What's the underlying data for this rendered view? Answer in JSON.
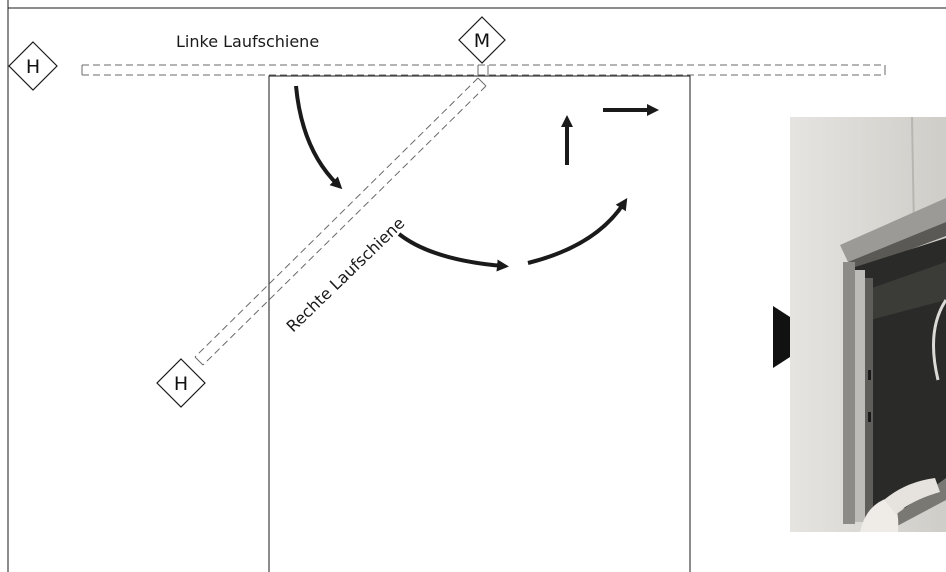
{
  "labels": {
    "left_rail": "Linke Laufschiene",
    "right_rail": "Rechte Laufschiene"
  },
  "markers": {
    "left": "H",
    "middle": "M",
    "bottom": "H"
  },
  "photo": {
    "description_icon": "arrow-pointer-icon"
  },
  "colors": {
    "line": "#1a1a1a",
    "rail_dash": "#6a6a6a",
    "photo_bg": "#d8d6d2"
  }
}
